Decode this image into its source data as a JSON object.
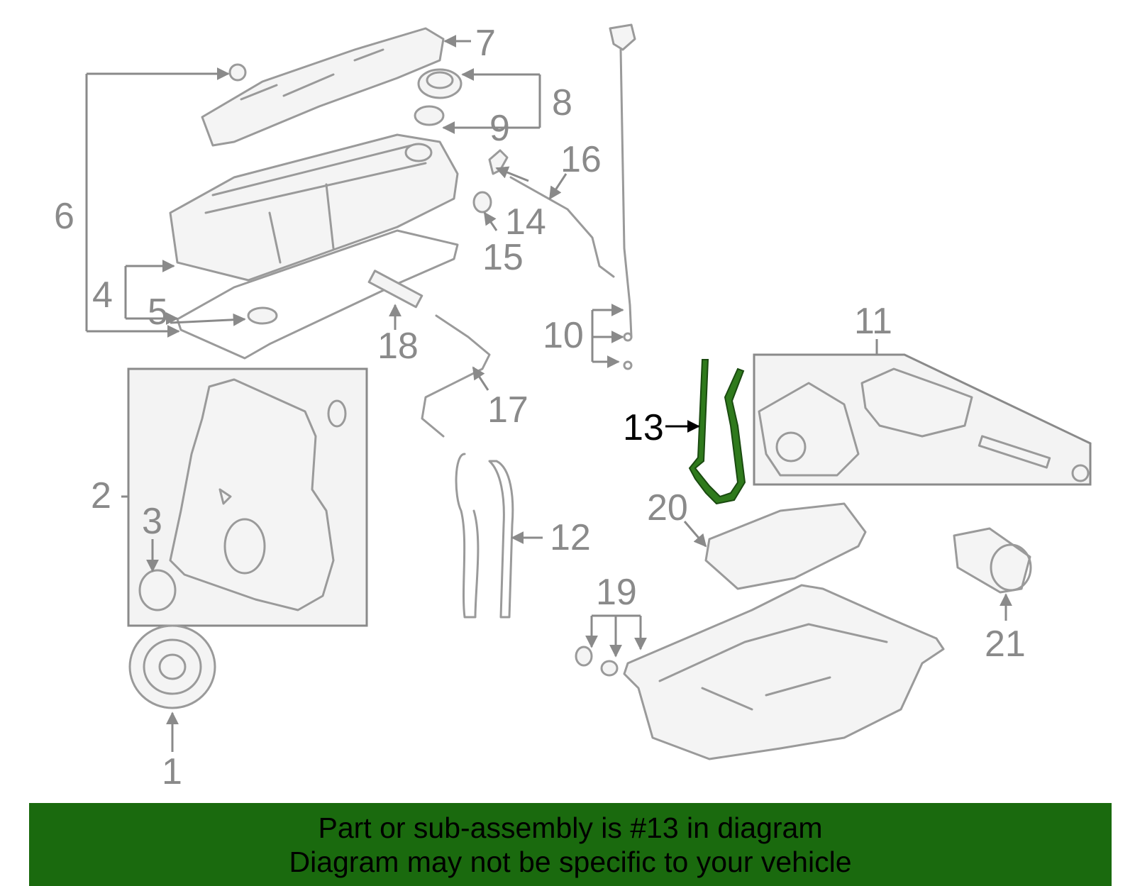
{
  "labels": {
    "l1": "1",
    "l2": "2",
    "l3": "3",
    "l4": "4",
    "l5": "5",
    "l6": "6",
    "l7": "7",
    "l8": "8",
    "l9": "9",
    "l10": "10",
    "l11": "11",
    "l12": "12",
    "l13": "13",
    "l14": "14",
    "l15": "15",
    "l16": "16",
    "l17": "17",
    "l18": "18",
    "l19": "19",
    "l20": "20",
    "l21": "21"
  },
  "highlight": {
    "part_number": "13",
    "color": "#2f7a1c"
  },
  "banner": {
    "line1": "Part or sub-assembly is #13 in diagram",
    "line2": "Diagram may not be specific to your vehicle",
    "background": "#1a6a0e"
  }
}
